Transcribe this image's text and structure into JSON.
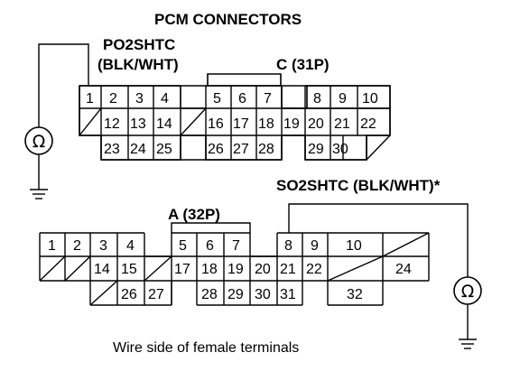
{
  "title": "PCM CONNECTORS",
  "connector_c": {
    "label": "C (31P)",
    "signal_line1": "PO2SHTC",
    "signal_line2": "(BLK/WHT)",
    "pins": [
      "1",
      "2",
      "3",
      "4",
      "5",
      "6",
      "7",
      "8",
      "9",
      "10",
      "12",
      "13",
      "14",
      "16",
      "17",
      "18",
      "19",
      "20",
      "21",
      "22",
      "23",
      "24",
      "25",
      "26",
      "27",
      "28",
      "29",
      "30"
    ]
  },
  "connector_a": {
    "label": "A (32P)",
    "signal": "SO2SHTC (BLK/WHT)*",
    "pins": [
      "1",
      "2",
      "3",
      "4",
      "5",
      "6",
      "7",
      "8",
      "9",
      "10",
      "14",
      "15",
      "17",
      "18",
      "19",
      "20",
      "21",
      "22",
      "24",
      "26",
      "27",
      "28",
      "29",
      "30",
      "31",
      "32"
    ]
  },
  "meter_symbol": "Ω",
  "footnote": "Wire side of female terminals"
}
